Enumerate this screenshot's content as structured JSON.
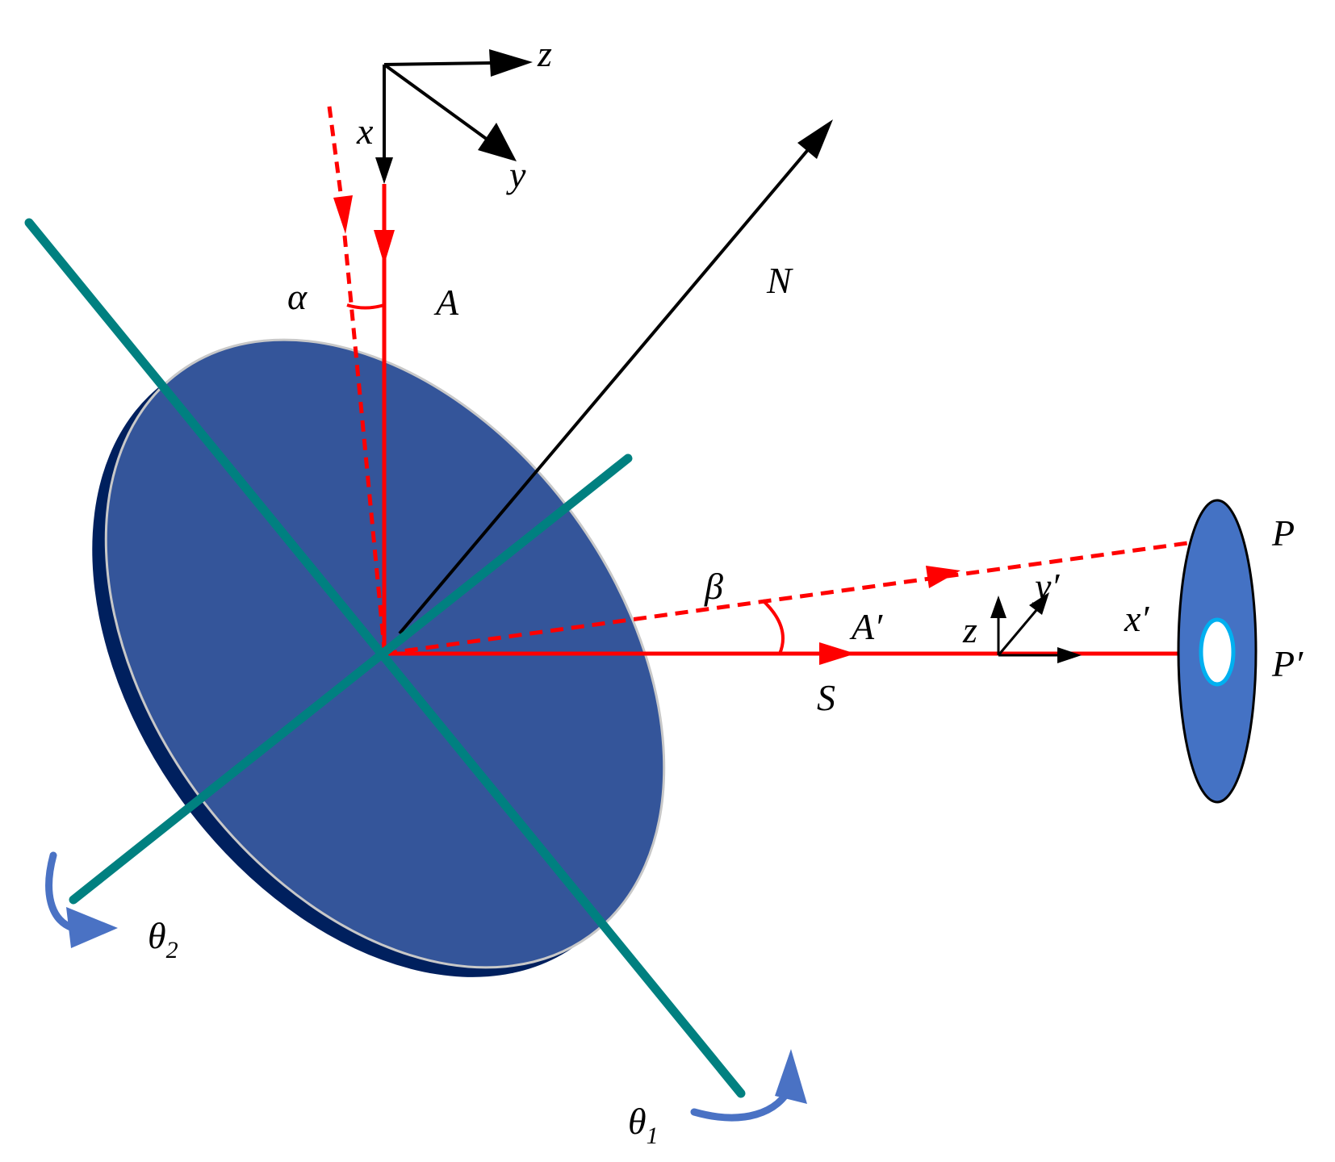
{
  "colors": {
    "beam": "#ff0000",
    "axis_line": "#000000",
    "rotation_axis": "#008080",
    "mirror_face": "#34559a",
    "mirror_edge": "#00205e",
    "mirror_rim": "#c8c8c8",
    "target_disc": "#4472c4",
    "rotation_arrow": "#4a72c4",
    "aperture_ring": "#00b0f0"
  },
  "labels": {
    "z_top": "z",
    "x_top": "x",
    "y_top": "y",
    "alpha": "α",
    "A": "A",
    "N": "N",
    "beta": "β",
    "A_prime": "A′",
    "S": "S",
    "z_local": "z",
    "y_prime": "y′",
    "x_prime": "x′",
    "P": "P",
    "P_prime": "P′",
    "theta2": "θ",
    "theta2_sub": "2",
    "theta1": "θ",
    "theta1_sub": "1"
  }
}
